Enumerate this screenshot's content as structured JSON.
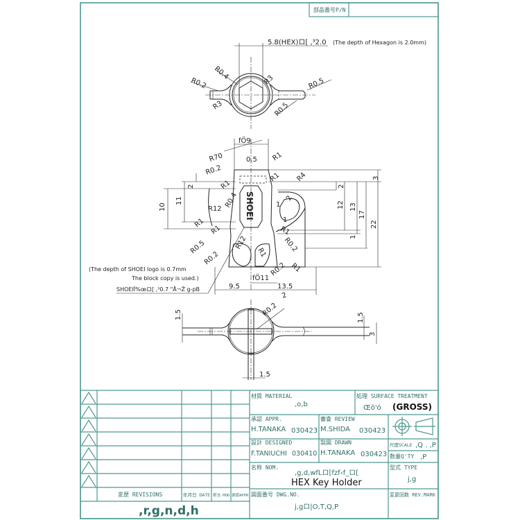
{
  "header": {
    "part_number_label": "部品番号P/N",
    "part_number_value": ""
  },
  "top_view": {
    "hex_callout": "5.8(HEX)ロ[ ,³2.0",
    "hex_note": "(The depth of Hexagon  is 2.0mm)",
    "dims": [
      "R0.4",
      "R0.2",
      "R3",
      "R3",
      "R0.5",
      "R0.5"
    ]
  },
  "front_view": {
    "dims": [
      "fÖ9",
      "R70",
      "0.5",
      "R1",
      "R0.2",
      "R1",
      "R1",
      "R4",
      "2",
      "1",
      "2",
      "3",
      "2",
      "10",
      "11",
      "R12",
      "R0.4",
      "R1",
      "R1",
      "R0.5",
      "R0.2",
      "R12",
      "1",
      "12",
      "13",
      "17",
      "22",
      "1",
      "R1",
      "R0.2",
      "R1",
      "R0.2",
      "R1",
      "fÖ11",
      "9.5",
      "13.5",
      "2"
    ],
    "logo_text": "SHOEI",
    "logo_note_line1": "(The depth of SHOEI  logo  is 0.7mm",
    "logo_note_line2": "The block copy  is used.)",
    "logo_callout": "SHOEIÏ%œロ[ ,³0.7 \"Å¬Ž g-pB"
  },
  "side_view": {
    "dims": [
      "R0.2",
      "1.5",
      "1.5",
      "3",
      "1.5"
    ]
  },
  "title_block": {
    "material_label": "材質 MATERIAL",
    "material_value": ",o,b",
    "surface_label": "処理 SURFACE TREATMENT",
    "surface_value_code": "Œõ'ó",
    "surface_value": "(GROSS)",
    "appr_label": "承認 APPR.",
    "appr_name": "H.TANAKA",
    "appr_date": "030423",
    "review_label": "審査 REVIEW",
    "review_name": "M.SHIDA",
    "review_date": "030423",
    "designed_label": "設計 DESIGNED",
    "designed_name": "F.TANIUCHI",
    "designed_date": "030410",
    "drawn_label": "製図 DRAWN",
    "drawn_name": "H.TANAKA",
    "drawn_date": "030423",
    "scale_label": "尺度SCALE",
    "scale_value": ",Q . ,P",
    "qty_label": "数量Q'TY",
    "qty_value": ",P",
    "name_label": "名称 NOM.",
    "name_code": ",g,d,wfLロ[fzf‹f_ロ[",
    "name_value": "HEX Key Holder",
    "type_label": "型式 TYPE",
    "type_value": "j,g",
    "dwg_label": "図面番号 DWG.NO.",
    "dwg_value": "j,gロ|O,T,Q,P",
    "rev_mark_label": "変更回数 REV.MARK",
    "revisions_label": "変歴 REVISIONS",
    "date_label": "年月日 DATE",
    "mod_label": "担当 MOD",
    "apprs_label": "承認APPR",
    "company": ",r,g,n,d,h"
  },
  "colors": {
    "frame": "#4e9890",
    "line": "#222222"
  }
}
